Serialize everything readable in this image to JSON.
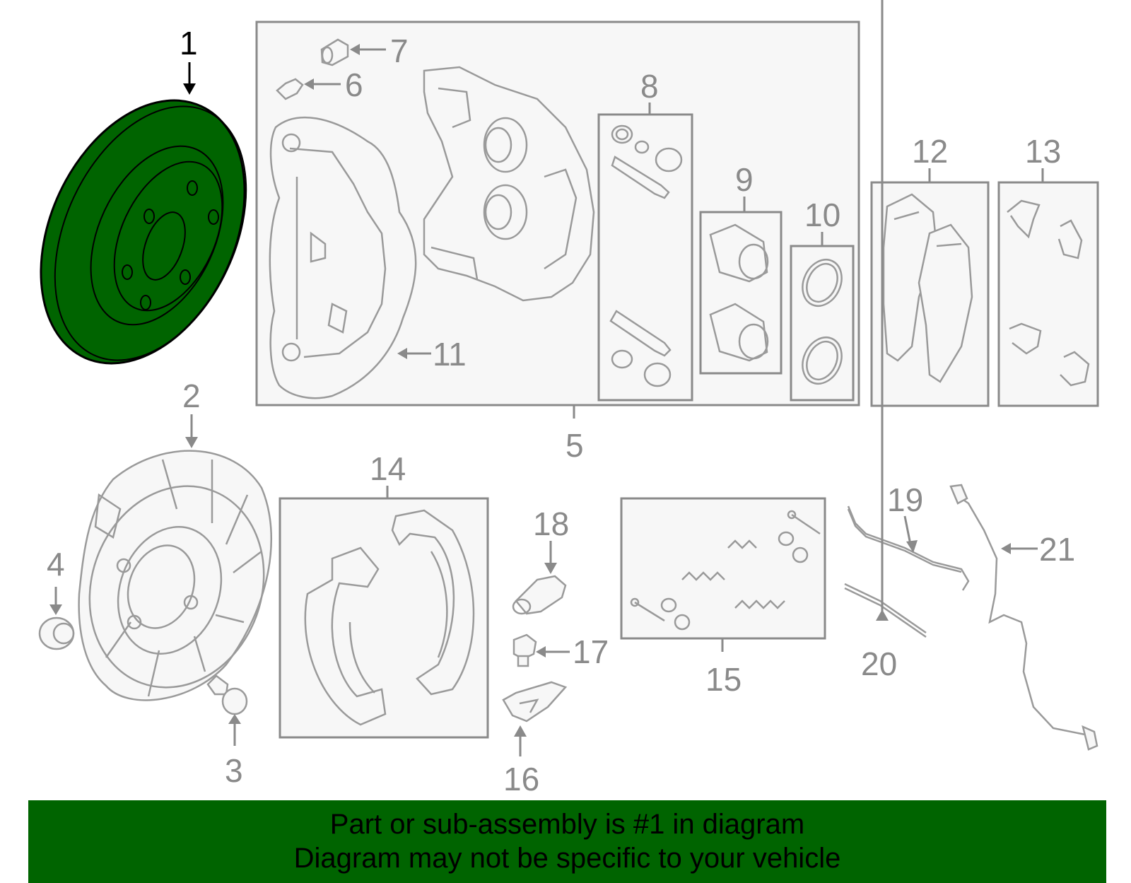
{
  "colors": {
    "highlight": "#006400",
    "banner": "#006400",
    "line": "#8a8a8a",
    "part_fill": "#f7f7f7"
  },
  "diagram": {
    "highlighted_callout": "1",
    "callouts": [
      "1",
      "2",
      "3",
      "4",
      "5",
      "6",
      "7",
      "8",
      "9",
      "10",
      "11",
      "12",
      "13",
      "14",
      "15",
      "16",
      "17",
      "18",
      "19",
      "20",
      "21"
    ]
  },
  "banner": {
    "line1": "Part or sub-assembly is #1 in diagram",
    "line2": "Diagram may not be specific to your vehicle"
  }
}
